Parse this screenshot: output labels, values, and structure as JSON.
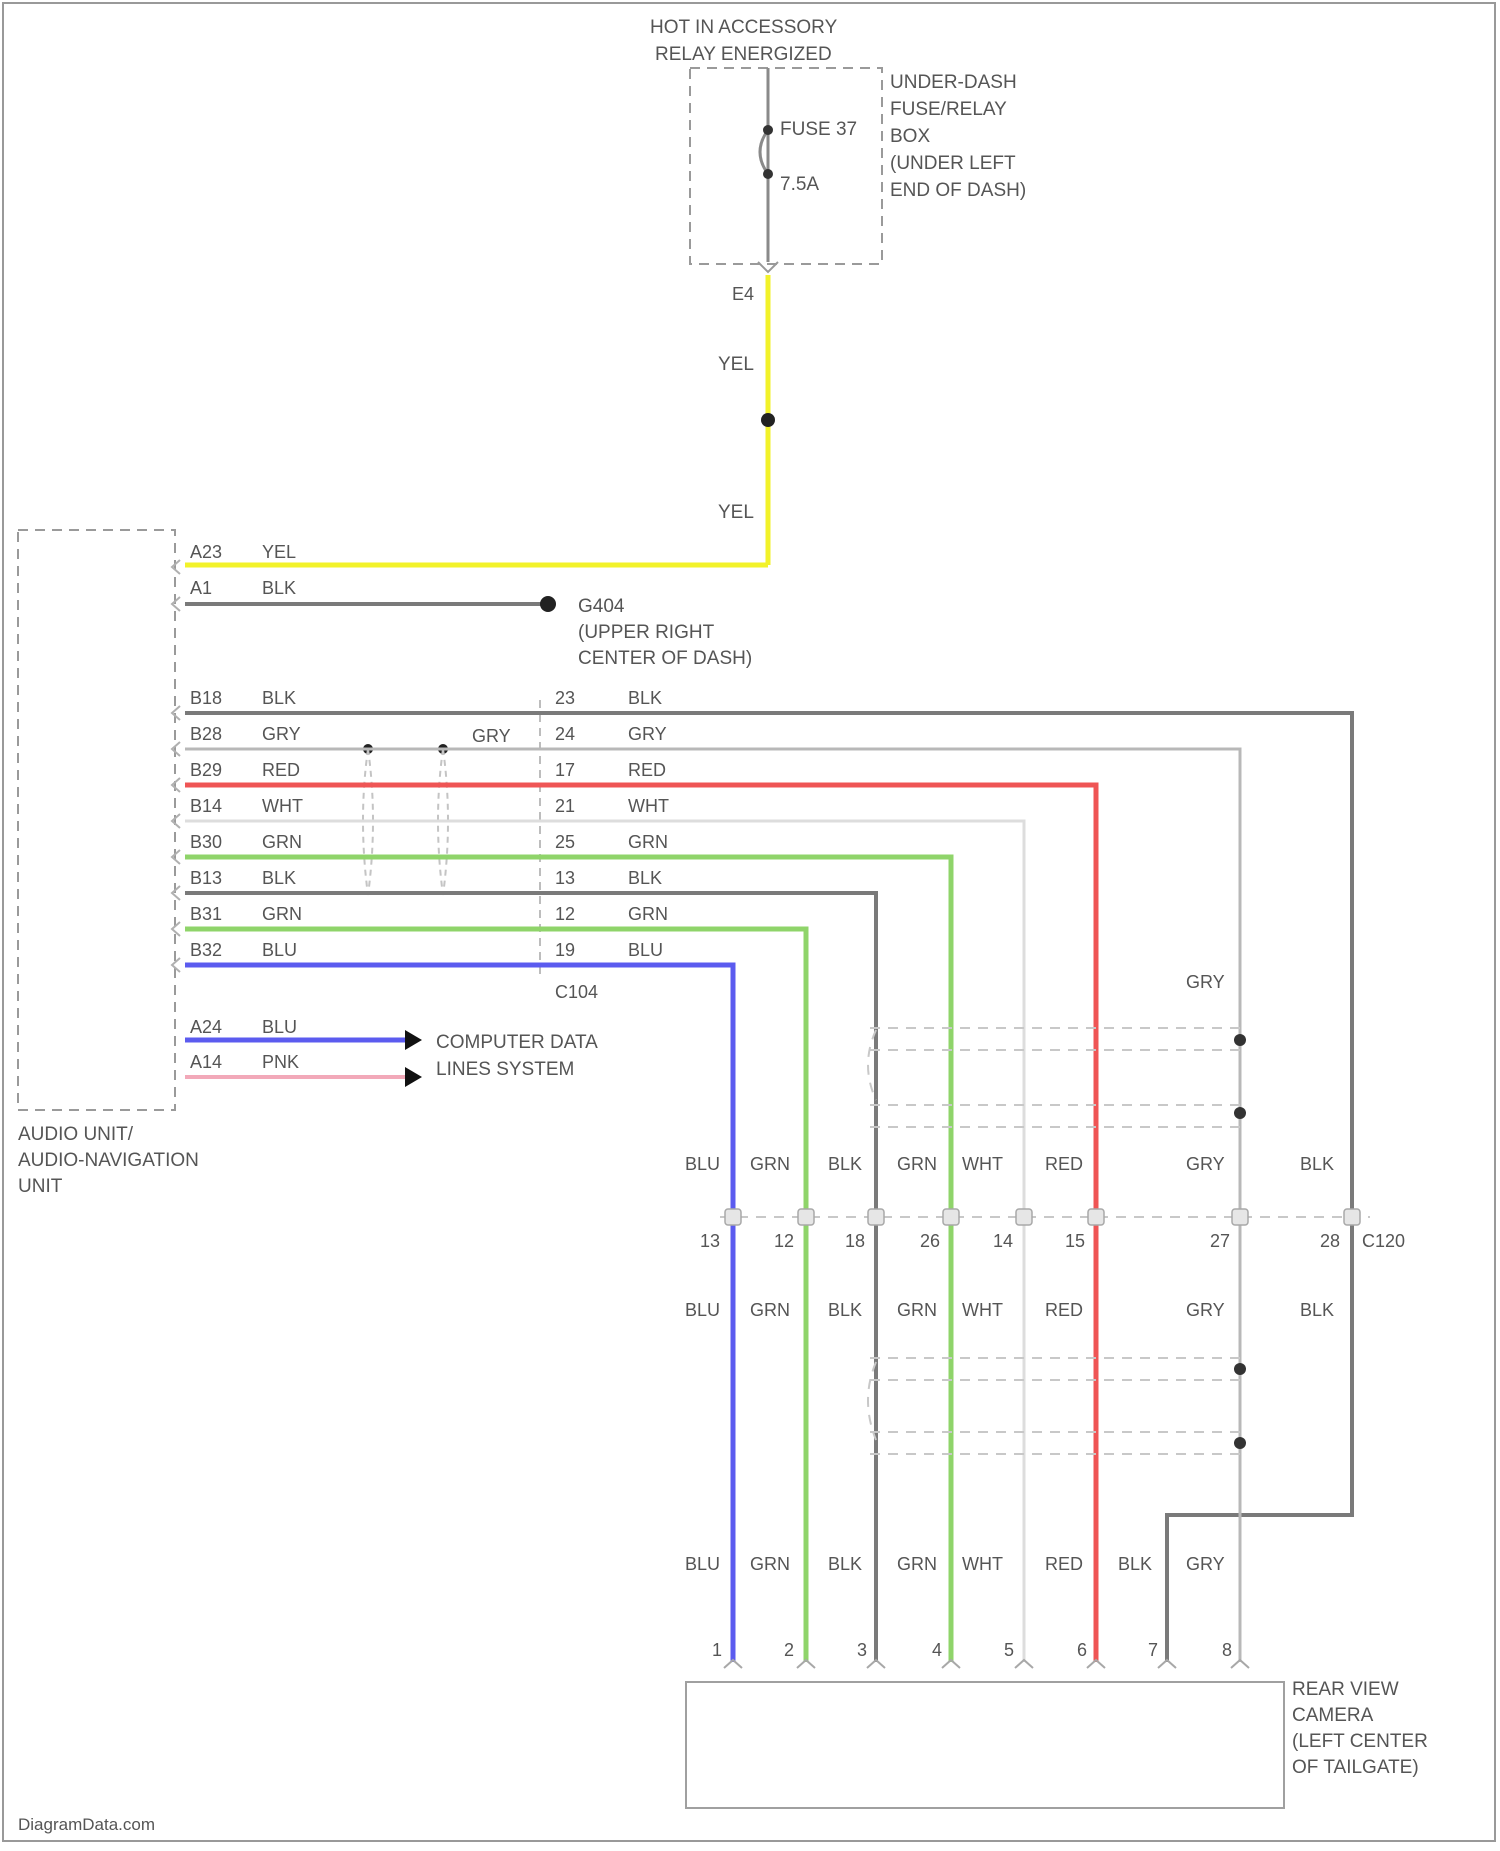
{
  "colors": {
    "YEL": "#f2f22a",
    "BLK": "#7a7a7a",
    "GRY": "#b8b8b8",
    "RED": "#ef5555",
    "WHT": "#dddddd",
    "GRN": "#8fd46a",
    "BLU": "#5b5bef",
    "PNK": "#f2a9b9"
  },
  "power": {
    "header_line1": "HOT IN ACCESSORY",
    "header_line2": "RELAY ENERGIZED",
    "fuse_name": "FUSE 37",
    "fuse_rating": "7.5A",
    "fuse_box_lines": [
      "UNDER-DASH",
      "FUSE/RELAY",
      "BOX",
      "(UNDER LEFT",
      "END OF DASH)"
    ],
    "terminal": "E4",
    "wire_upper": "YEL",
    "wire_lower": "YEL"
  },
  "ground": {
    "id": "G404",
    "lines": [
      "(UPPER RIGHT",
      "CENTER OF DASH)"
    ]
  },
  "audio_unit": {
    "lines": [
      "AUDIO UNIT/",
      "AUDIO-NAVIGATION",
      "UNIT"
    ],
    "pins": [
      {
        "pin": "A23",
        "wire": "YEL"
      },
      {
        "pin": "A1",
        "wire": "BLK"
      },
      {
        "pin": "B18",
        "wire": "BLK"
      },
      {
        "pin": "B28",
        "wire": "GRY"
      },
      {
        "pin": "B29",
        "wire": "RED"
      },
      {
        "pin": "B14",
        "wire": "WHT"
      },
      {
        "pin": "B30",
        "wire": "GRN"
      },
      {
        "pin": "B13",
        "wire": "BLK"
      },
      {
        "pin": "B31",
        "wire": "GRN"
      },
      {
        "pin": "B32",
        "wire": "BLU"
      },
      {
        "pin": "A24",
        "wire": "BLU"
      },
      {
        "pin": "A14",
        "wire": "PNK"
      }
    ],
    "gry_tap_label": "GRY"
  },
  "c104": {
    "name": "C104",
    "pins": [
      {
        "pin": "23",
        "wire": "BLK"
      },
      {
        "pin": "24",
        "wire": "GRY"
      },
      {
        "pin": "17",
        "wire": "RED"
      },
      {
        "pin": "21",
        "wire": "WHT"
      },
      {
        "pin": "25",
        "wire": "GRN"
      },
      {
        "pin": "13",
        "wire": "BLK"
      },
      {
        "pin": "12",
        "wire": "GRN"
      },
      {
        "pin": "19",
        "wire": "BLU"
      }
    ]
  },
  "computer_data": {
    "lines": [
      "COMPUTER DATA",
      "LINES SYSTEM"
    ]
  },
  "c120": {
    "name": "C120",
    "gry_top_label": "GRY",
    "wires_above": [
      "BLU",
      "GRN",
      "BLK",
      "GRN",
      "WHT",
      "RED",
      "GRY",
      "BLK"
    ],
    "pins": [
      "13",
      "12",
      "18",
      "26",
      "14",
      "15",
      "27",
      "28"
    ],
    "wires_below": [
      "BLU",
      "GRN",
      "BLK",
      "GRN",
      "WHT",
      "RED",
      "GRY",
      "BLK"
    ]
  },
  "camera": {
    "lines": [
      "REAR VIEW",
      "CAMERA",
      "(LEFT CENTER",
      "OF TAILGATE)"
    ],
    "wires": [
      "BLU",
      "GRN",
      "BLK",
      "GRN",
      "WHT",
      "RED",
      "BLK",
      "GRY"
    ],
    "pins": [
      "1",
      "2",
      "3",
      "4",
      "5",
      "6",
      "7",
      "8"
    ]
  },
  "watermark": "DiagramData.com"
}
